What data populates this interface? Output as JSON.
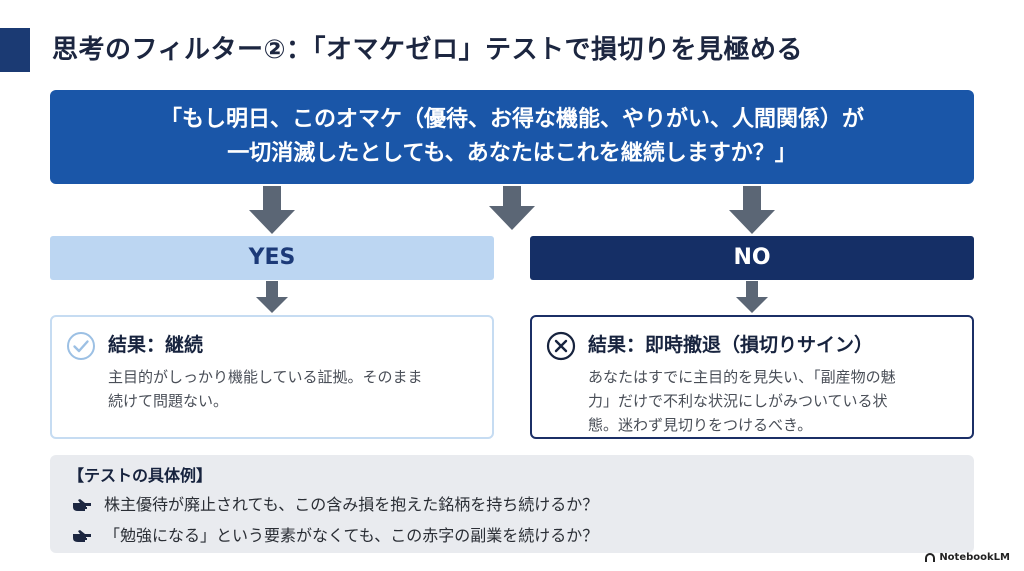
{
  "title": "思考のフィルター②：「オマケゼロ」テストで損切りを見極める",
  "question": {
    "line1": "「もし明日、このオマケ（優待、お得な機能、やりがい、人間関係）が",
    "line2": "一切消滅したとしても、あなたはこれを継続しますか？」"
  },
  "branches": {
    "yes_label": "YES",
    "no_label": "NO"
  },
  "results": {
    "yes": {
      "icon": "check-circle-icon",
      "title": "結果：継続",
      "line1": "主目的がしっかり機能している証拠。そのまま",
      "line2": "続けて問題ない。"
    },
    "no": {
      "icon": "x-circle-icon",
      "title": "結果：即時撤退（損切りサイン）",
      "line1": "あなたはすでに主目的を見失い、「副産物の魅",
      "line2": "力」だけで不利な状況にしがみついている状",
      "line3": "態。迷わず見切りをつけるべき。"
    }
  },
  "examples": {
    "title": "【テストの具体例】",
    "items": [
      "株主優待が廃止されても、この含み損を抱えた銘柄を持ち続けるか？",
      "「勉強になる」という要素がなくても、この赤字の副業を続けるか？"
    ],
    "bullet_icon": "pointing-hand-icon"
  },
  "watermark": "NotebookLM",
  "colors": {
    "accent": "#1b3a73",
    "question_bg": "#1a56a8",
    "yes_bg": "#bcd6f2",
    "no_bg": "#152f66",
    "arrow": "#5b6675",
    "example_bg": "#e9ebef"
  }
}
